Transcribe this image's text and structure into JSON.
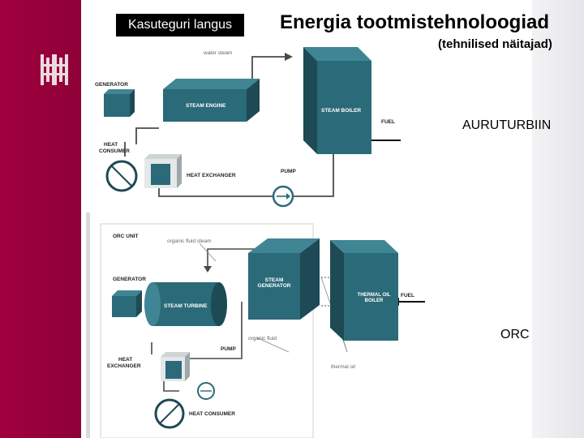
{
  "header": {
    "label": "Kasuteguri langus",
    "title": "Energia tootmistehnoloogiad",
    "subtitle": "(tehnilised näitajad)"
  },
  "steam_diagram": {
    "caption": "AURUTURBIIN",
    "labels": {
      "water_steam": "water steam",
      "generator": "GENERATOR",
      "steam_engine": "STEAM ENGINE",
      "steam_boiler": "STEAM BOILER",
      "fuel": "FUEL",
      "heat_consumer": [
        "HEAT",
        "CONSUMER"
      ],
      "heat_exchanger": "HEAT EXCHANGER",
      "pump": "PUMP"
    }
  },
  "orc_diagram": {
    "caption": "ORC",
    "labels": {
      "orc_unit": "ORC UNIT",
      "organic_fluid_steam": "organic fluid steam",
      "generator": "GENERATOR",
      "steam_turbine": "STEAM TURBINE",
      "steam_generator": [
        "STEAM",
        "GENERATOR"
      ],
      "thermal_oil_boiler": [
        "THERMAL OIL",
        "BOILER"
      ],
      "fuel": "FUEL",
      "organic_fluid": "organic fluid",
      "pump": "PUMP",
      "heat_exchanger": [
        "HEAT",
        "EXCHANGER"
      ],
      "thermal_oil": "thermal oil",
      "heat_consumer": "HEAT CONSUMER"
    }
  },
  "colors": {
    "accent_bar": "#a1003f",
    "equipment_front": "#2b6a78",
    "equipment_top": "#3f8593",
    "equipment_side": "#1d4a55"
  }
}
